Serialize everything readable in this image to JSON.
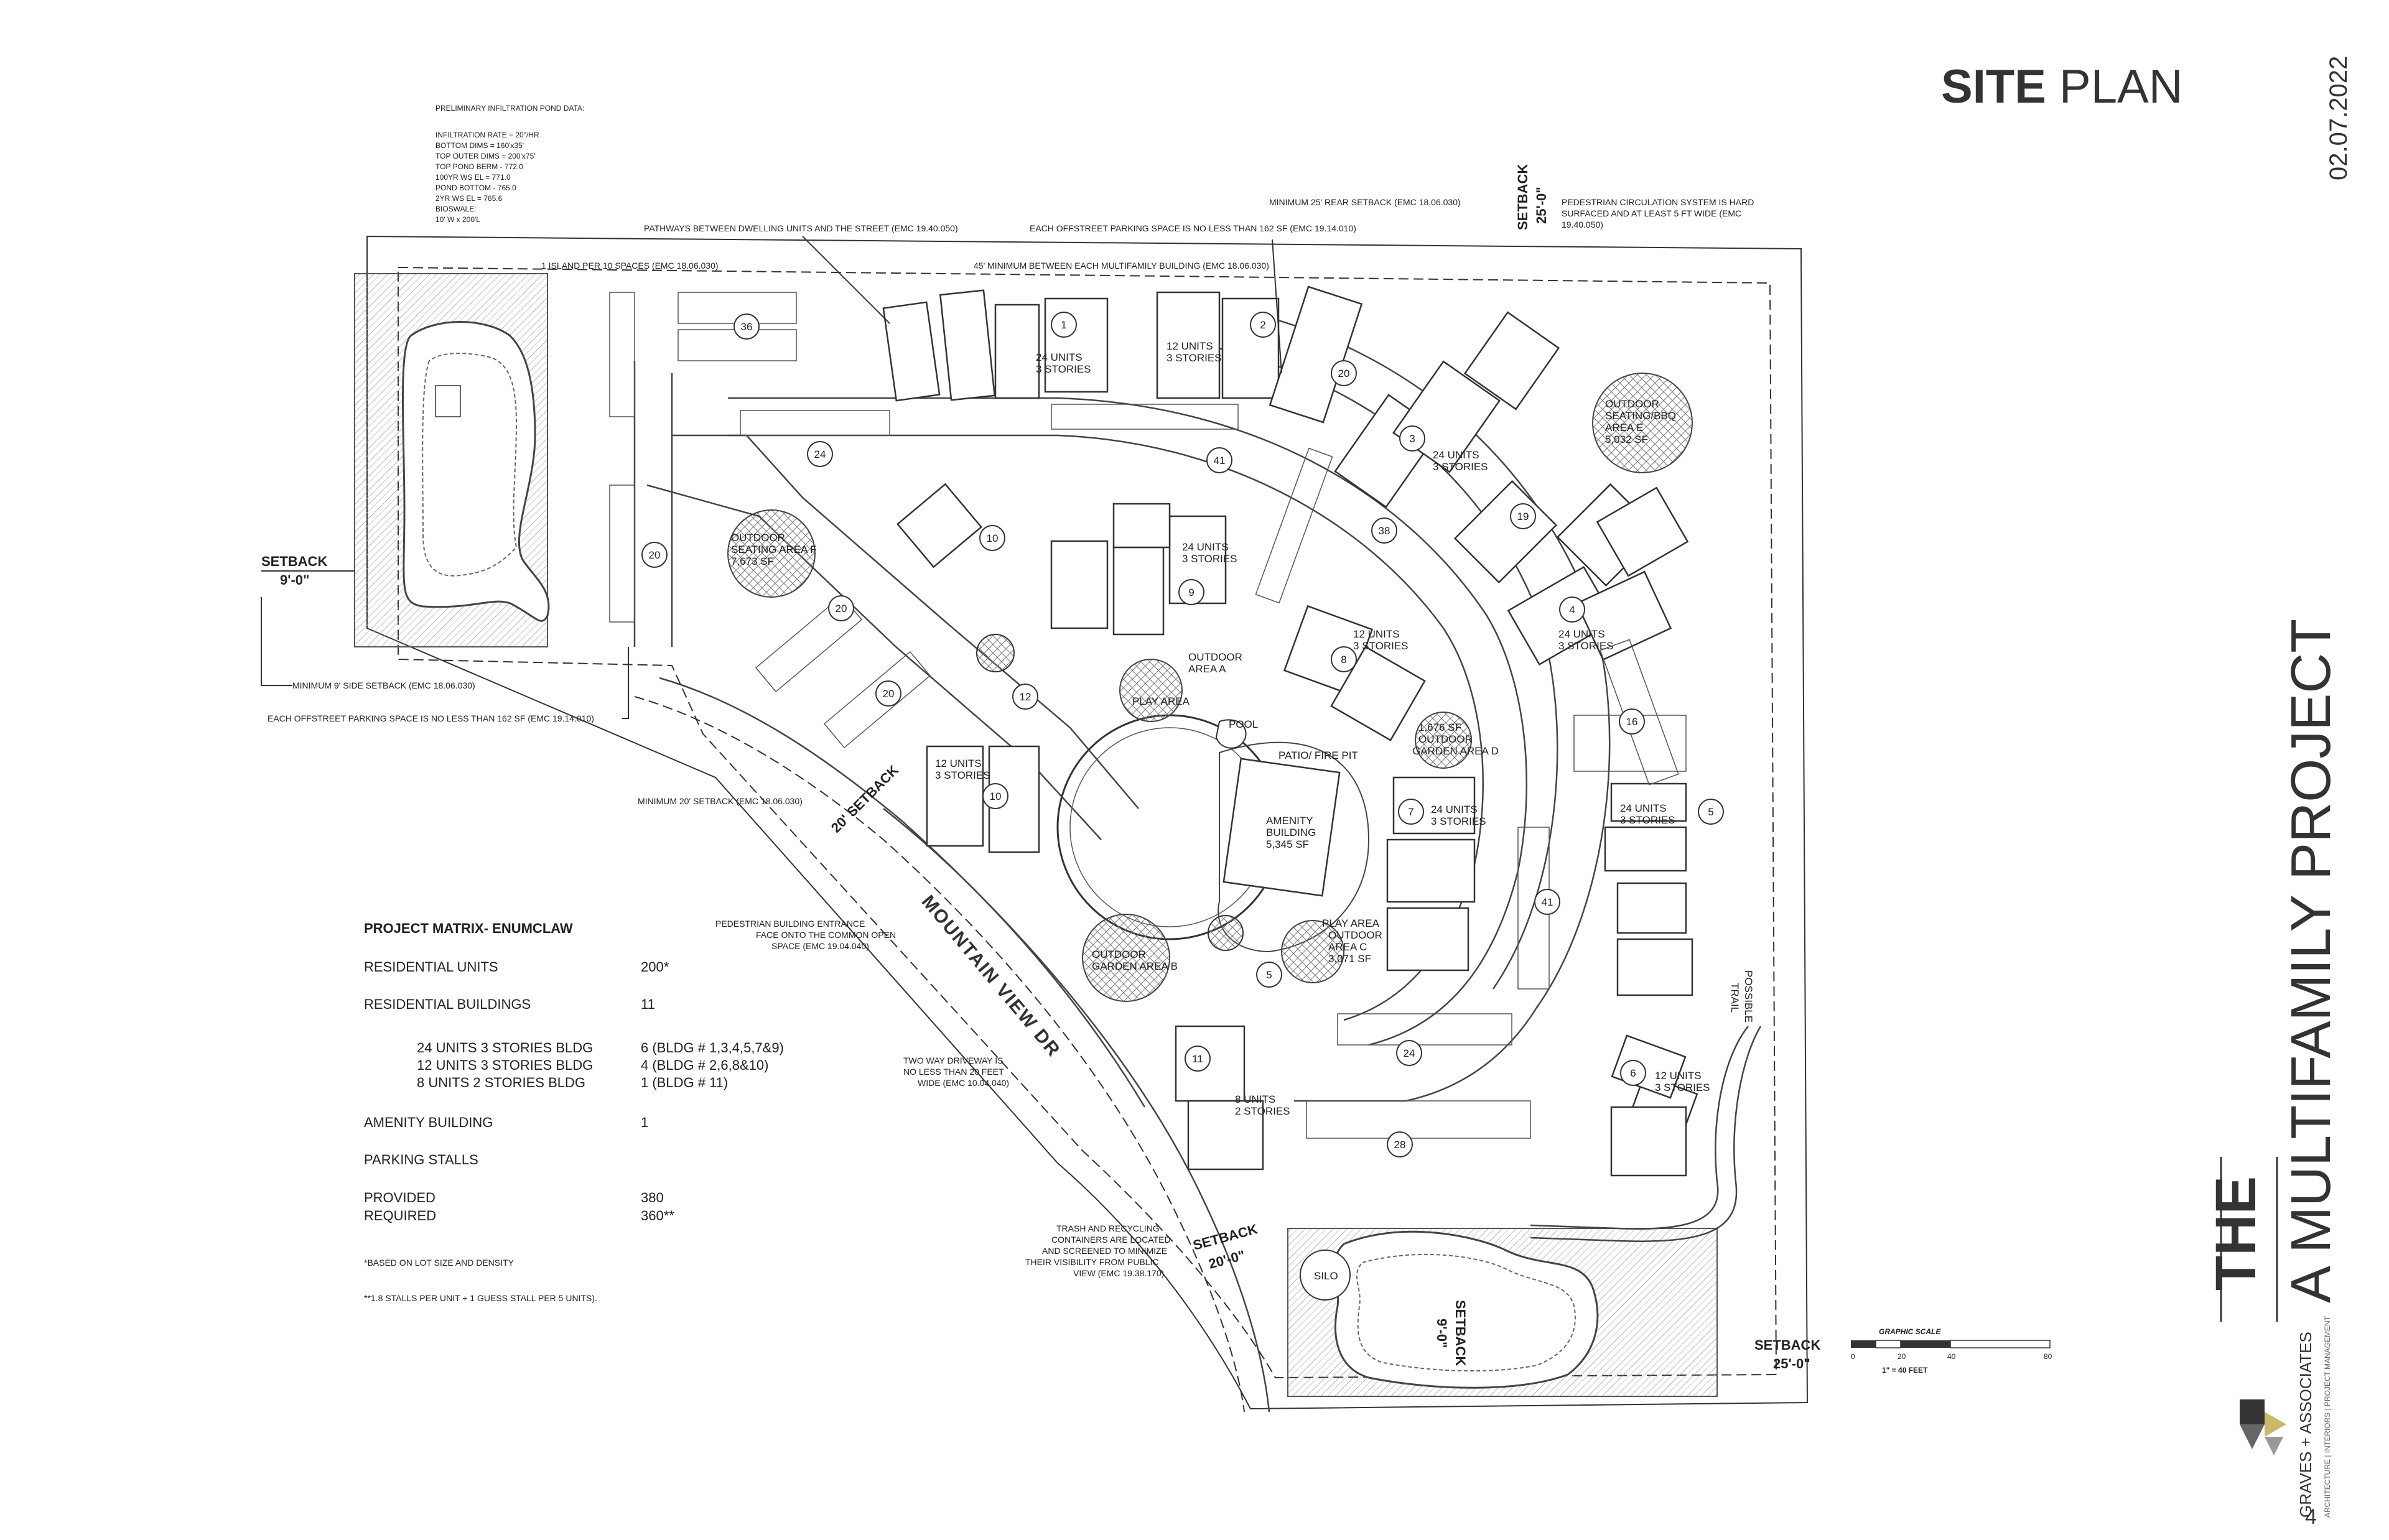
{
  "header": {
    "title_bold": "SITE",
    "title_light": " PLAN",
    "date": "02.07.2022",
    "vertical_bold": "THE",
    "vertical_light": "A MULTIFAMILY PROJECT",
    "page_number": "4"
  },
  "logo": {
    "firm": "GRAVES + ASSOCIATES",
    "tagline": "ARCHITECTURE | INTERIORS | PROJECT MANAGEMENT"
  },
  "pond_data": {
    "title": "PRELIMINARY INFILTRATION POND DATA:",
    "lines": [
      "INFILTRATION RATE = 20\"/HR",
      "BOTTOM DIMS = 160'x35'",
      "TOP OUTER DIMS = 200'x75'",
      "TOP POND BERM - 772.0",
      "100YR WS EL = 771.0",
      "POND BOTTOM - 765.0",
      "2YR WS EL = 765.6",
      "BIOSWALE:",
      "10' W x 200'L"
    ]
  },
  "notes": {
    "pathways": "PATHWAYS BETWEEN DWELLING UNITS AND THE STREET (EMC 19.40.050)",
    "parking_space_top": "EACH OFFSTREET PARKING SPACE IS NO LESS THAN 162 SF (EMC 19.14.010)",
    "rear_setback": "MINIMUM 25' REAR SETBACK (EMC 18.06.030)",
    "ped_circulation": [
      "PEDESTRIAN CIRCULATION SYSTEM IS HARD",
      "SURFACED AND AT LEAST 5 FT WIDE (EMC",
      "19.40.050)"
    ],
    "island": "1 ISLAND PER 10 SPACES (EMC 18.06.030)",
    "min_between": "45' MINIMUM BETWEEN EACH MULTIFAMILY BUILDING (EMC 18.06.030)",
    "side_setback": "MINIMUM 9' SIDE SETBACK (EMC 18.06.030)",
    "parking_space_left": "EACH OFFSTREET PARKING SPACE IS NO LESS THAN 162 SF (EMC 19.14.010)",
    "front_setback": "MINIMUM 20' SETBACK (EMC 18.06.030)",
    "entrance": [
      "PEDESTRIAN BUILDING ENTRANCE",
      "FACE ONTO THE COMMON OPEN",
      "SPACE (EMC 19.04.040)"
    ],
    "driveway": [
      "TWO WAY DRIVEWAY IS",
      "NO LESS THAN 20 FEET",
      "WIDE (EMC 10.04.040)"
    ],
    "trash": [
      "TRASH AND RECYCLING",
      "CONTAINERS ARE LOCATED",
      "AND SCREENED TO MINIMIZE",
      "THEIR VISIBILITY FROM PUBLIC",
      "VIEW (EMC 19.38.170)"
    ]
  },
  "setbacks": {
    "left_label": "SETBACK",
    "left_value": "9'-0\"",
    "top_label": "SETBACK",
    "top_value": "25'-0\"",
    "front_label": "20' SETBACK",
    "bottom_label": "SETBACK",
    "bottom_value": "20'-0\"",
    "pond_label": "SETBACK",
    "pond_value": "9'-0\"",
    "right_label": "SETBACK",
    "right_value": "25'-0\""
  },
  "street": "MOUNTAIN VIEW DR",
  "trail": [
    "POSSIBLE",
    "TRAIL"
  ],
  "areas": {
    "seating_f": [
      "OUTDOOR",
      "SEATING AREA F",
      "7,673 SF"
    ],
    "seating_e": [
      "OUTDOOR",
      "SEATING/BBQ",
      "AREA E",
      "5,032 SF"
    ],
    "area_a": [
      "OUTDOOR",
      "AREA A"
    ],
    "play": "PLAY AREA",
    "pool": "POOL",
    "patio": "PATIO/ FIRE PIT",
    "garden_d": [
      "1,676 SF",
      "OUTDOOR",
      "GARDEN AREA D"
    ],
    "amenity": [
      "AMENITY",
      "BUILDING",
      "5,345 SF"
    ],
    "garden_b": [
      "OUTDOOR",
      "GARDEN AREA B"
    ],
    "area_c": [
      "PLAY AREA",
      "OUTDOOR",
      "AREA C",
      "3,071 SF"
    ],
    "silo": "SILO"
  },
  "buildings": [
    {
      "num": "1",
      "units": "24 UNITS",
      "stories": "3 STORIES"
    },
    {
      "num": "2",
      "units": "12 UNITS",
      "stories": "3 STORIES"
    },
    {
      "num": "3",
      "units": "24 UNITS",
      "stories": "3 STORIES"
    },
    {
      "num": "4",
      "units": "24 UNITS",
      "stories": "3 STORIES"
    },
    {
      "num": "5",
      "units": "24 UNITS",
      "stories": "3 STORIES"
    },
    {
      "num": "6",
      "units": "12 UNITS",
      "stories": "3 STORIES"
    },
    {
      "num": "7",
      "units": "24 UNITS",
      "stories": "3 STORIES"
    },
    {
      "num": "8",
      "units": "12 UNITS",
      "stories": "3 STORIES"
    },
    {
      "num": "9",
      "units": "24 UNITS",
      "stories": "3 STORIES"
    },
    {
      "num": "10",
      "units": "12 UNITS",
      "stories": "3 STORIES"
    },
    {
      "num": "11",
      "units": "8 UNITS",
      "stories": "2 STORIES"
    }
  ],
  "parking_counts": [
    "36",
    "24",
    "20",
    "20",
    "20",
    "12",
    "10",
    "41",
    "20",
    "38",
    "19",
    "16",
    "41",
    "24",
    "28",
    "5"
  ],
  "matrix": {
    "title": "PROJECT MATRIX- ENUMCLAW",
    "rows": [
      {
        "label": "RESIDENTIAL UNITS",
        "value": "200*"
      },
      {
        "label": "RESIDENTIAL BUILDINGS",
        "value": "11"
      },
      {
        "label": "24 UNITS 3 STORIES BLDG",
        "value": "6 (BLDG # 1,3,4,5,7&9)"
      },
      {
        "label": "12 UNITS 3 STORIES BLDG",
        "value": "4 (BLDG # 2,6,8&10)"
      },
      {
        "label": "8 UNITS 2 STORIES BLDG",
        "value": "1 (BLDG # 11)"
      },
      {
        "label": "AMENITY BUILDING",
        "value": "1"
      },
      {
        "label": "PARKING STALLS",
        "value": ""
      },
      {
        "label": "PROVIDED",
        "value": "380"
      },
      {
        "label": "REQUIRED",
        "value": "360**"
      }
    ],
    "footnote1": "*BASED ON LOT SIZE AND DENSITY",
    "footnote2": "**1.8 STALLS PER UNIT + 1 GUESS STALL PER 5 UNITS)."
  },
  "scale": {
    "title": "GRAPHIC SCALE",
    "ticks": [
      "0",
      "20",
      "40",
      "80"
    ],
    "label": "1\" = 40 FEET"
  }
}
